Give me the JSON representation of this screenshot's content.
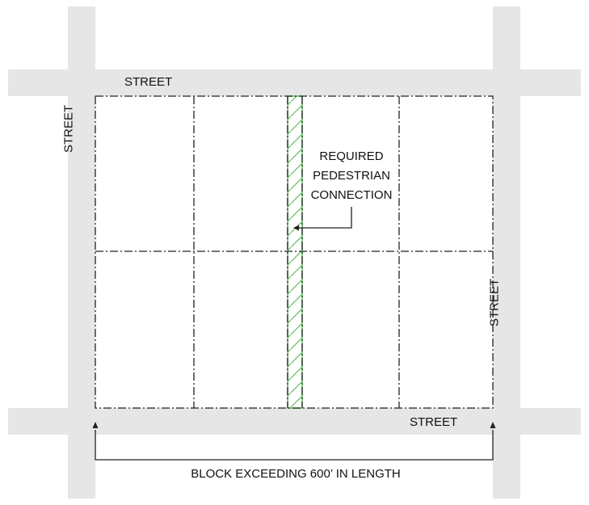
{
  "labels": {
    "street_top": "STREET",
    "street_left": "STREET",
    "street_right": "STREET",
    "street_bottom": "STREET",
    "callout_line1": "REQUIRED",
    "callout_line2": "PEDESTRIAN",
    "callout_line3": "CONNECTION",
    "dimension": "BLOCK EXCEEDING 600’ IN LENGTH"
  },
  "colors": {
    "street": "#e6e6e6",
    "lot_line": "#222222",
    "connection": "#5fbf5f",
    "text": "#111111"
  },
  "icons": {
    "callout_arrow": "arrow-left-icon",
    "dimension_arrows": "arrow-up-icon"
  }
}
